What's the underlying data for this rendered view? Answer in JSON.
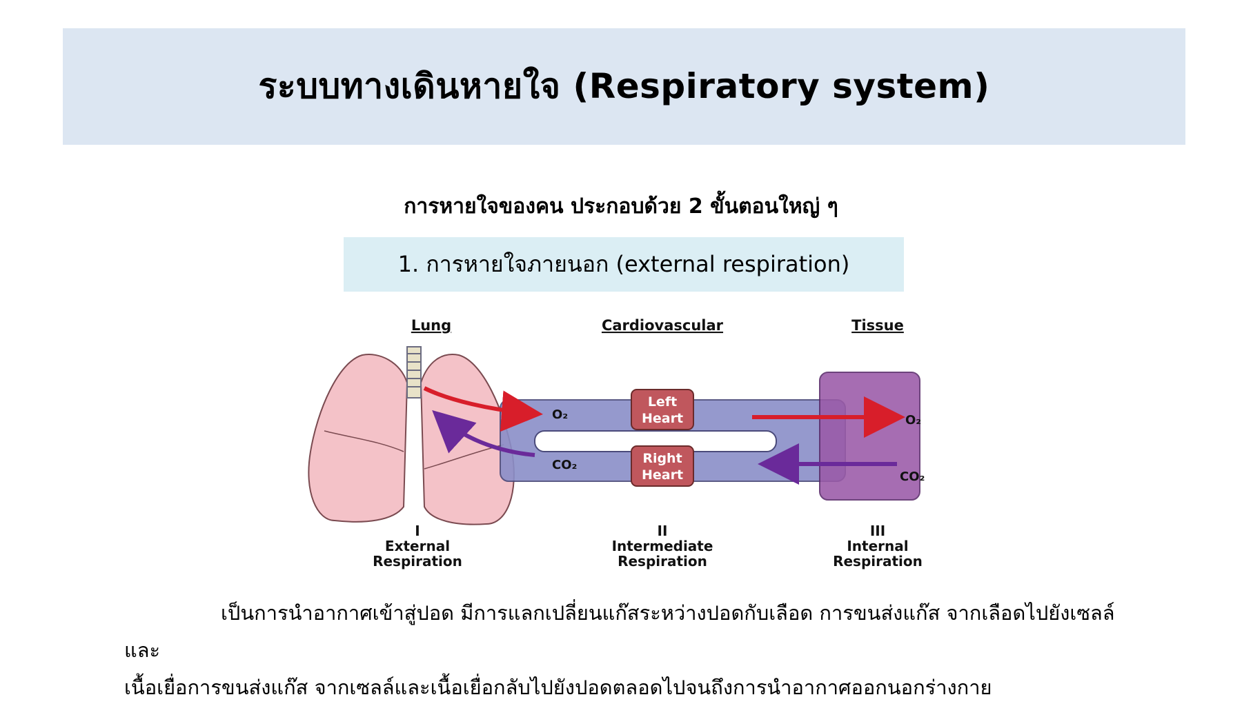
{
  "title": "ระบบทางเดินหายใจ (Respiratory system)",
  "subtitle": "การหายใจของคน ประกอบด้วย 2 ขั้นตอนใหญ่ ๆ",
  "section_heading": "1. การหายใจภายนอก (external respiration)",
  "diagram": {
    "headers": {
      "lung": "Lung",
      "cardiovascular": "Cardiovascular",
      "tissue": "Tissue"
    },
    "left_heart": [
      "Left",
      "Heart"
    ],
    "right_heart": [
      "Right",
      "Heart"
    ],
    "gases": {
      "o2_left": "O₂",
      "co2_left": "CO₂",
      "o2_right": "O₂",
      "co2_right": "CO₂"
    },
    "stages": [
      {
        "num": "I",
        "line1": "External",
        "line2": "Respiration"
      },
      {
        "num": "II",
        "line1": "Intermediate",
        "line2": "Respiration"
      },
      {
        "num": "III",
        "line1": "Internal",
        "line2": "Respiration"
      }
    ],
    "colors": {
      "lung": "#f4c2c8",
      "vessel": "#8a8ec8",
      "tissue": "#9a5aa8",
      "heart": "#c0575d",
      "o2_arrow": "#d81e2a",
      "co2_arrow": "#6a2a9a"
    }
  },
  "paragraph": {
    "line1": "เป็นการนำอากาศเข้าสู่ปอด มีการแลกเปลี่ยนแก๊สระหว่างปอดกับเลือด การขนส่งแก๊ส จากเลือดไปยังเซลล์และ",
    "line2": "เนื้อเยื่อการขนส่งแก๊ส จากเซลล์และเนื้อเยื่อกลับไปยังปอดตลอดไปจนถึงการนำอากาศออกนอกร่างกาย"
  }
}
